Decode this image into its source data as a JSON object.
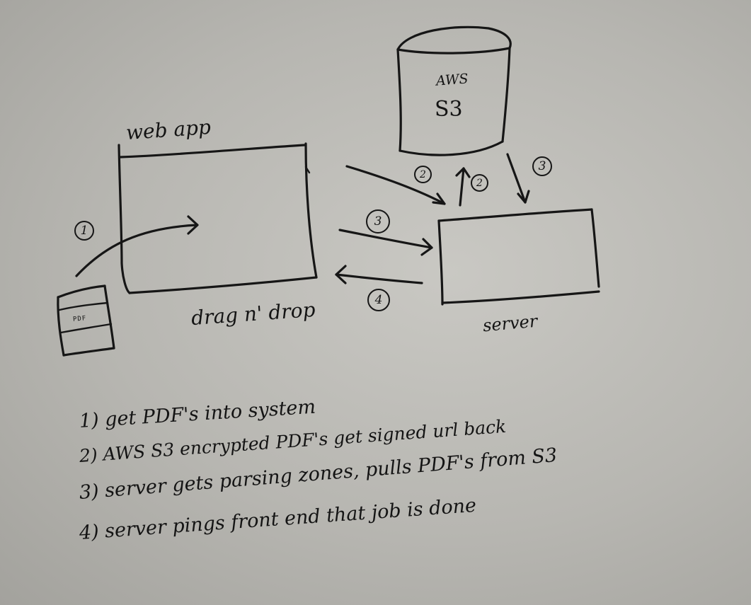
{
  "diagram": {
    "web_app": {
      "title": "web app",
      "caption": "drag n' drop"
    },
    "server": {
      "caption": "server"
    },
    "storage": {
      "line1": "AWS",
      "line2": "S3"
    },
    "file": {
      "label": "PDF"
    },
    "badges": {
      "upload": "1",
      "webapp_to_server": "2",
      "server_to_s3": "2",
      "s3_to_server": "3",
      "parse_zones": "3",
      "notify": "4"
    }
  },
  "steps": [
    "1) get PDF's into system",
    "2) AWS S3 encrypted PDF's get signed url back",
    "3) server gets parsing zones, pulls PDF's from S3",
    "4) server pings front end that job is done"
  ]
}
